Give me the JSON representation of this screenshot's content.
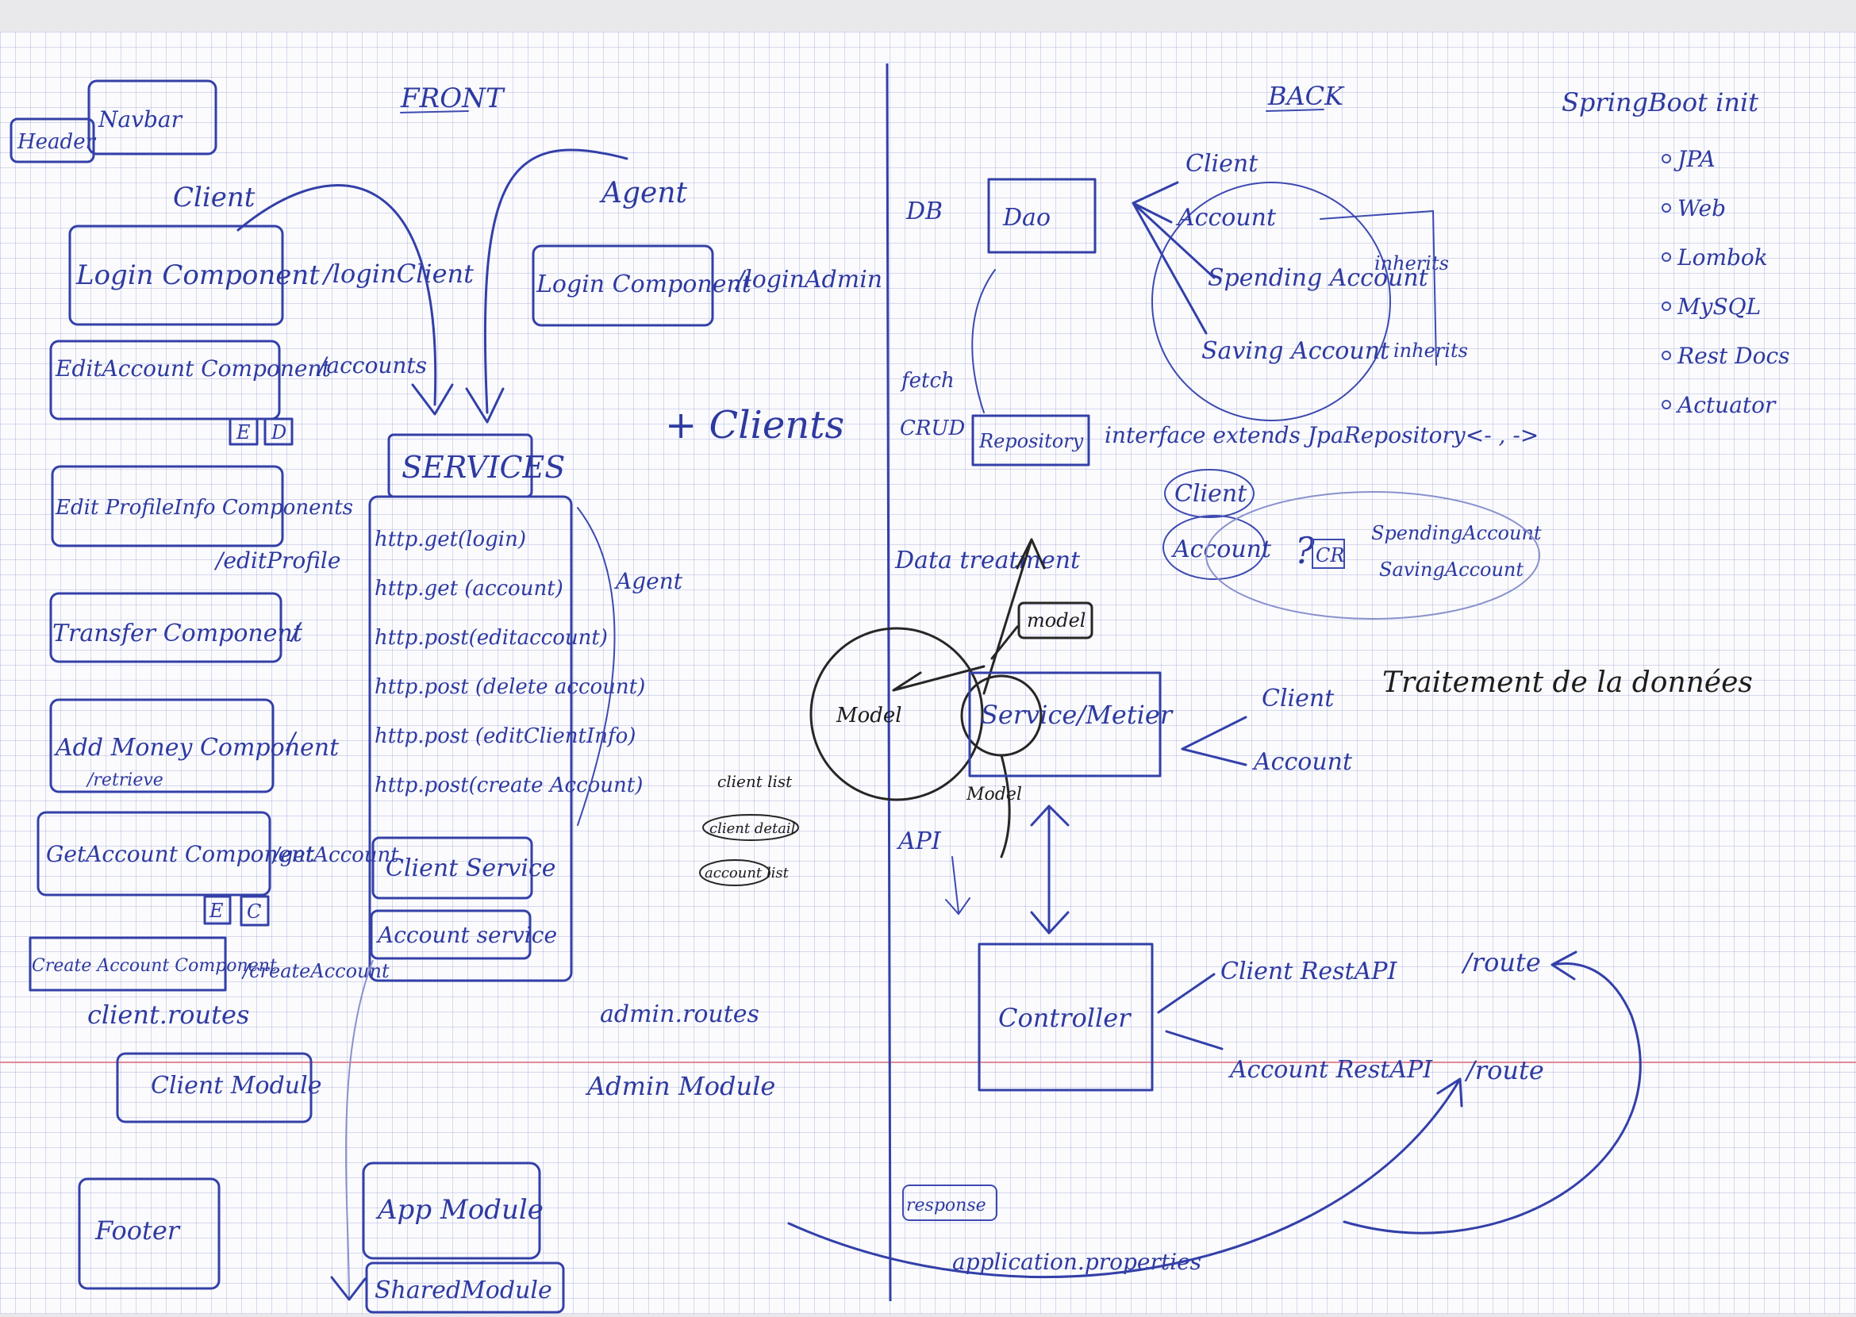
{
  "page": {
    "front_title": "FRONT",
    "back_title": "BACK"
  },
  "front": {
    "header": "Header",
    "navbar": "Navbar",
    "client_heading": "Client",
    "agent_heading": "Agent",
    "login_component": "Login Component",
    "login_client_route": "/loginClient",
    "agent_login_component": "Login Component",
    "login_admin_route": "/loginAdmin",
    "edit_account_component": "EditAccount Component",
    "accounts_route": "/accounts",
    "e_badge": "E",
    "d_badge": "D",
    "plus_clients": "+ Clients",
    "services_title": "SERVICES",
    "service_calls": [
      "http.get(login)",
      "http.get (account)",
      "http.post(editaccount)",
      "http.post (delete account)",
      "http.post (editClientInfo)",
      "http.post(create Account)"
    ],
    "agent_side_note": "Agent",
    "edit_profile_component": "Edit ProfileInfo Components",
    "edit_profile_route": "/editProfile",
    "transfer_component": "Transfer Component",
    "transfer_route": "/",
    "add_money_component": "Add Money Component",
    "add_money_extra": "/retrieve",
    "add_money_route": "/",
    "get_account_component": "GetAccount Component",
    "get_account_route": "/getAccount",
    "badge_e": "E",
    "badge_c": "C",
    "client_service": "Client Service",
    "account_service": "Account service",
    "create_account_component": "Create Account Component",
    "create_account_route": "/createAccount",
    "client_routes": "client.routes",
    "admin_routes": "admin.routes",
    "client_module": "Client Module",
    "admin_module": "Admin Module",
    "client_list": "client list",
    "client_detail": "client detail",
    "account_list": "account list",
    "footer": "Footer",
    "app_module": "App Module",
    "shared_module": "SharedModule"
  },
  "back": {
    "spring_boot_init": "SpringBoot init",
    "dependencies": [
      "JPA",
      "Web",
      "Lombok",
      "MySQL",
      "Rest Docs",
      "Actuator"
    ],
    "db_label": "DB",
    "dao": "Dao",
    "entities": [
      "Client",
      "Account",
      "Spending Account",
      "Saving Account"
    ],
    "inherits_1": "inherits",
    "inherits_2": "inherits",
    "fetch_label": "fetch",
    "crud_label": "CRUD",
    "repository": "Repository",
    "repository_note": "interface extends JpaRepository<- , ->",
    "repo_client": "Client",
    "repo_account": "Account",
    "question": "?",
    "cr_label": "CR",
    "repo_spending": "SpendingAccount",
    "repo_saving": "SavingAccount",
    "data_treatment": "Data treatment",
    "model_top": "model",
    "model_left": "Model",
    "model_bottom": "Model",
    "service_metier": "Service/Metier",
    "service_client": "Client",
    "service_account": "Account",
    "traitement": "Traitement de la données",
    "api_label": "API",
    "controller": "Controller",
    "client_rest_api": "Client RestAPI",
    "account_rest_api": "Account RestAPI",
    "route_1": "/route",
    "route_2": "/route",
    "response": "response",
    "application_properties": "application.properties"
  },
  "colors": {
    "ink": "#3340a8",
    "pencil": "#262626",
    "paper": "#fbfbfd",
    "grid": "#8a91cc",
    "margin_line": "#e08a9a"
  }
}
